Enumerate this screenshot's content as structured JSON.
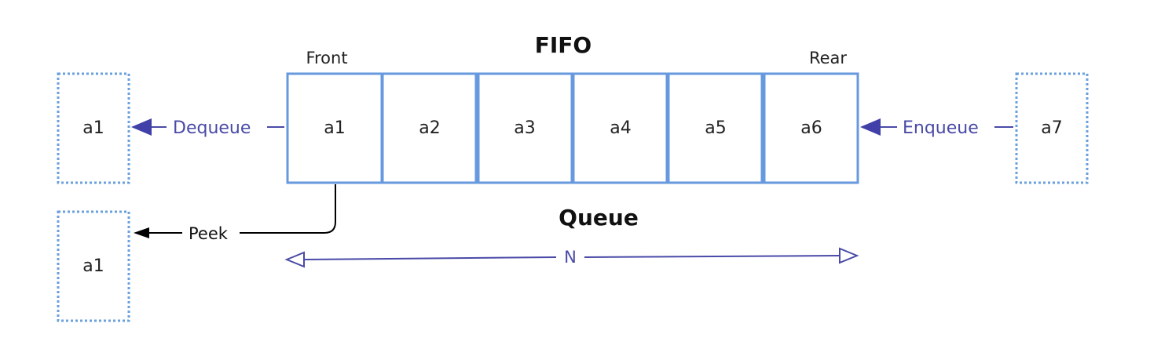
{
  "title": "FIFO",
  "subtitle": "Queue",
  "labels": {
    "front": "Front",
    "rear": "Rear",
    "dequeue": "Dequeue",
    "enqueue": "Enqueue",
    "peek": "Peek",
    "size": "N"
  },
  "queue_items": [
    "a1",
    "a2",
    "a3",
    "a4",
    "a5",
    "a6"
  ],
  "dequeued_item": "a1",
  "peeked_item": "a1",
  "incoming_item": "a7",
  "colors": {
    "cell_border": "#6699dd",
    "dotted_border": "#6aa0dd",
    "action_text": "#4a4aa8",
    "arrow_fill": "#4040a8",
    "text": "#222222",
    "title": "#111111",
    "peek_line": "#000000"
  }
}
